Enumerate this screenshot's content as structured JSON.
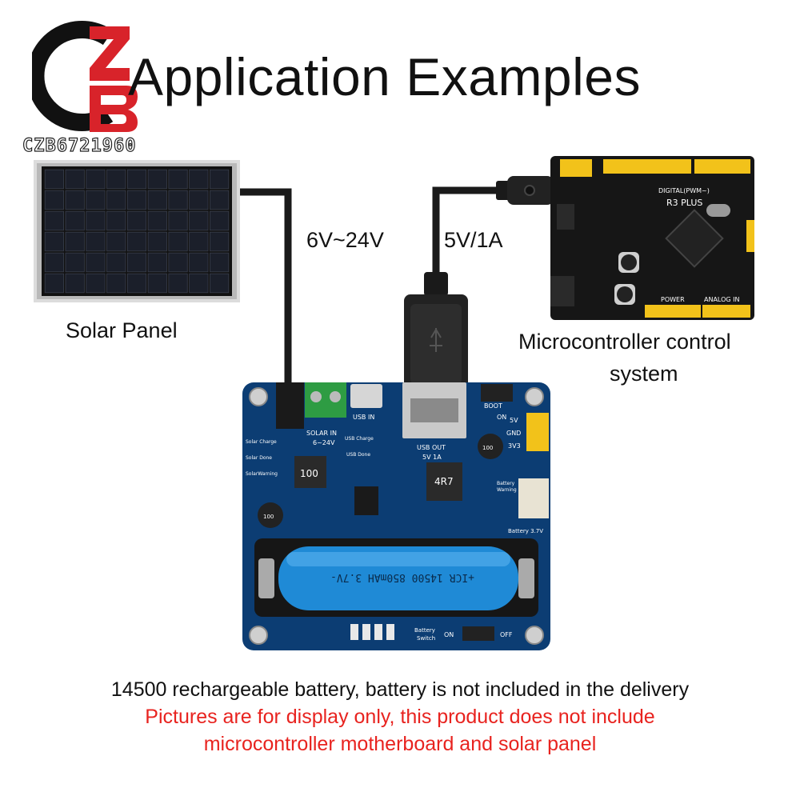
{
  "title": "Application Examples",
  "watermark": "CZB6721960",
  "labels": {
    "solar_panel": "Solar Panel",
    "input_voltage": "6V~24V",
    "output_voltage": "5V/1A",
    "mcu_line1": "Microcontroller control",
    "mcu_line2": "system"
  },
  "board_labels": {
    "solar_in": "SOLAR IN",
    "solar_range": "6~24V",
    "usb_in": "USB IN",
    "usb_out": "USB OUT",
    "usb_out_rating": "5V 1A",
    "boot": "BOOT",
    "on": "ON",
    "off": "OFF",
    "v5": "5V",
    "gnd": "GND",
    "v3": "3V3",
    "solar_charge": "Solar Charge",
    "solar_done": "Solar Done",
    "solar_warning": "SolarWarning",
    "usb_charge": "USB Charge",
    "usb_done": "USB Done",
    "battery_warning_1": "Battery",
    "battery_warning_2": "Warning",
    "battery_37": "Battery 3.7V",
    "battery_switch_1": "Battery",
    "battery_switch_2": "Switch",
    "inductor_1": "100",
    "inductor_2": "4R7",
    "cap_label": "100",
    "battery_print": "+ICR 14500 850mAH 3.7V-"
  },
  "mcu_labels": {
    "r3": "R3 PLUS",
    "digital": "DIGITAL(PWM~)",
    "power": "POWER",
    "analog": "ANALOG IN"
  },
  "captions": {
    "line1": "14500 rechargeable battery, battery is not included in the delivery",
    "line2": "Pictures are for display only, this product does not include",
    "line3": "microcontroller motherboard and solar panel"
  },
  "colors": {
    "text": "#111111",
    "warning": "#e8231f",
    "board": "#0c3d73",
    "logo_red": "#d8232a",
    "battery": "#1f8ad6"
  }
}
